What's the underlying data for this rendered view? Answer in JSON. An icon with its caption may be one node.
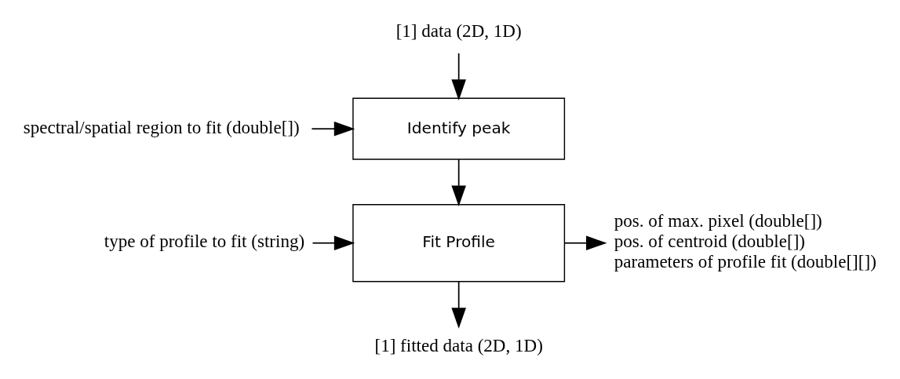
{
  "diagram": {
    "nodes": [
      {
        "text": [
          "[1] data (2D, 1D)"
        ]
      },
      {
        "text": [
          "spectral/spatial region to fit (double[])"
        ]
      },
      {
        "text": [
          "Identify peak"
        ]
      },
      {
        "text": [
          "type of profile to fit (string)"
        ]
      },
      {
        "text": [
          "Fit Profile"
        ]
      },
      {
        "text": [
          "pos. of max. pixel (double[])",
          "pos. of centroid (double[])",
          "parameters of profile fit (double[][])"
        ]
      },
      {
        "text": [
          "[1] fitted data (2D, 1D)"
        ]
      }
    ],
    "edges": [
      {
        "from": 0,
        "to": 2,
        "arrow": "to"
      },
      {
        "from": 1,
        "to": 2,
        "arrow": "to"
      },
      {
        "from": 2,
        "to": 4,
        "arrow": "to"
      },
      {
        "from": 3,
        "to": 4,
        "arrow": "to"
      },
      {
        "from": 4,
        "to": 5,
        "arrow": "to"
      },
      {
        "from": 4,
        "to": 6,
        "arrow": "to"
      }
    ]
  }
}
